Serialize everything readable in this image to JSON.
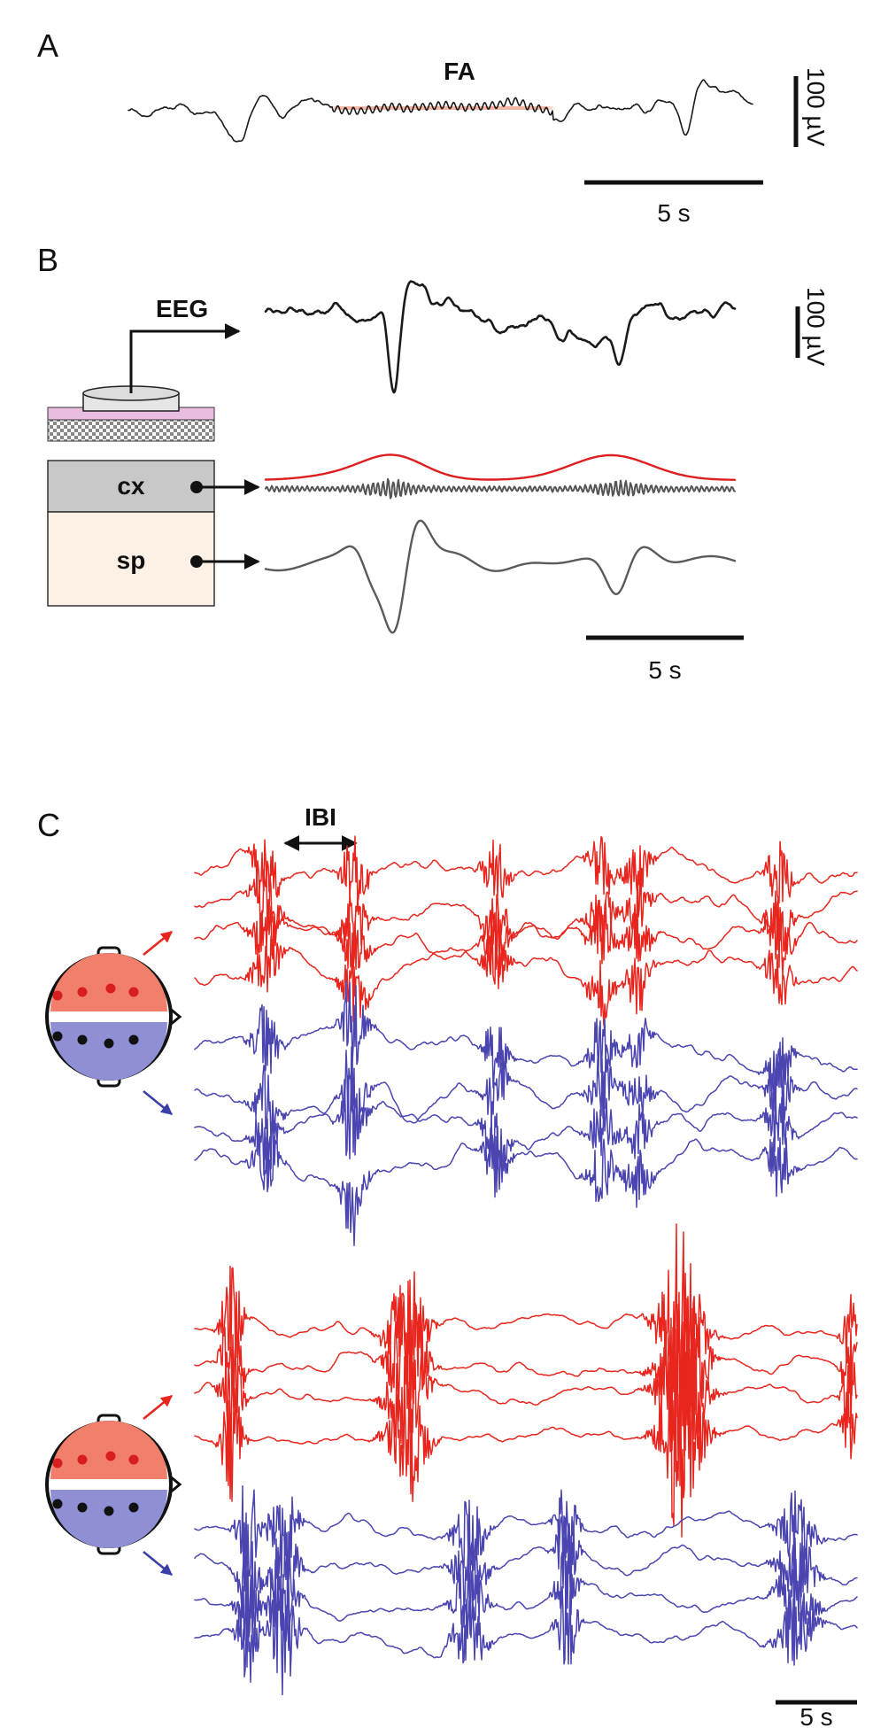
{
  "panels": {
    "a": {
      "letter": "A",
      "fa_label": "FA",
      "amp_scale": "100 µV",
      "time_scale": "5 s"
    },
    "b": {
      "letter": "B",
      "eeg_label": "EEG",
      "cx_label": "cx",
      "sp_label": "sp",
      "amp_scale": "100 µV",
      "time_scale": "5 s"
    },
    "c": {
      "letter": "C",
      "ibi_label": "IBI",
      "time_scale": "5 s"
    }
  },
  "colors": {
    "eeg_black": "#1a1a1a",
    "band_gray": "#555555",
    "envelope_red": "#dd1f1f",
    "fa_highlight": "#f08a70",
    "anterior_red": "#e8261e",
    "posterior_blue": "#4a45b0",
    "head_red_fill": "#f27e6c",
    "head_blue_fill": "#8f8fd6",
    "cx_box_fill": "#c8c8c8",
    "sp_box_fill": "#fdf1e6",
    "skin_pink": "#e9bde0"
  }
}
